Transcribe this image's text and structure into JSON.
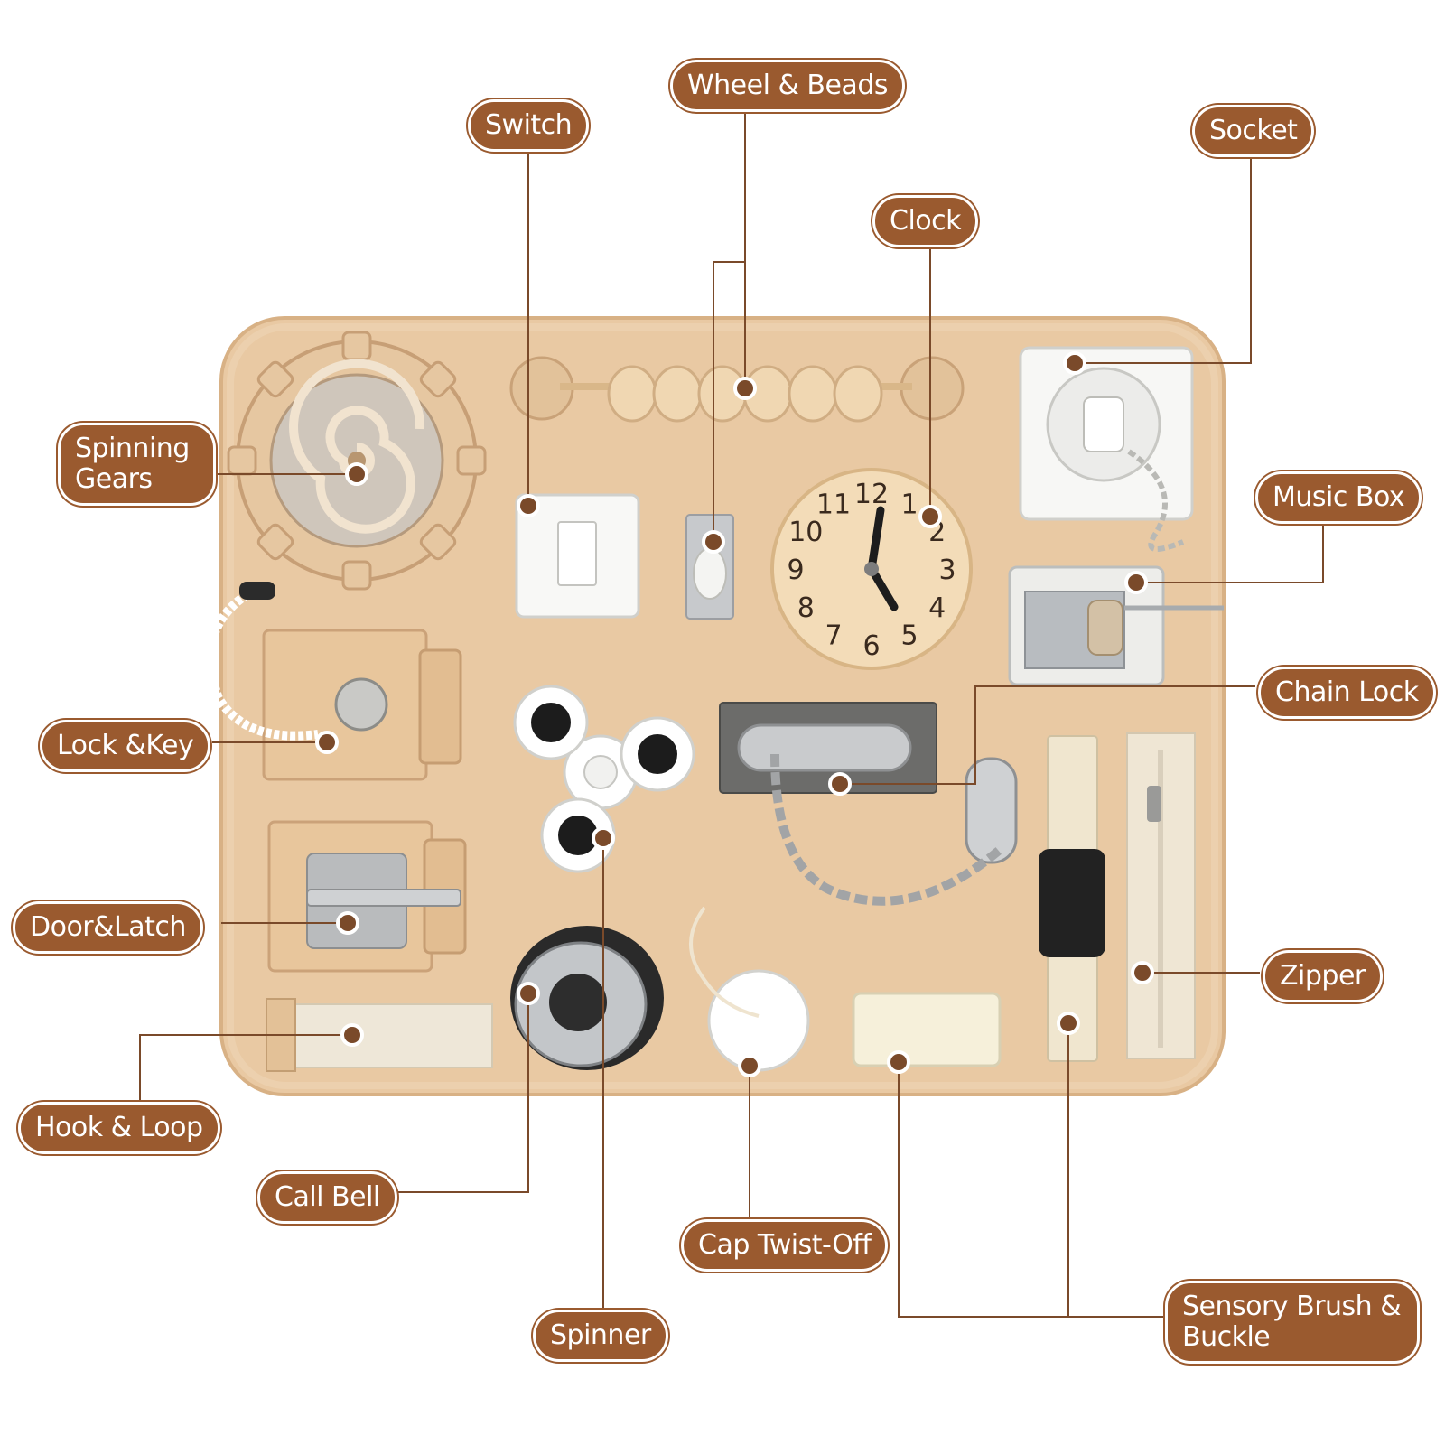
{
  "colors": {
    "label_bg": "#9a5a2f",
    "label_text": "#ffffff",
    "leader": "#7a4a2a",
    "board": "#e9c9a3",
    "board_edge": "#d8b185"
  },
  "board_name": "wooden-busy-board",
  "labels": {
    "switch": "Switch",
    "wheel_beads": "Wheel & Beads",
    "clock": "Clock",
    "socket": "Socket",
    "spinning_gears_line1": "Spinning",
    "spinning_gears_line2": "Gears",
    "music_box": "Music Box",
    "chain_lock": "Chain Lock",
    "lock_key": "Lock &Key",
    "door_latch": "Door&Latch",
    "zipper": "Zipper",
    "hook_loop": "Hook & Loop",
    "call_bell": "Call Bell",
    "cap_twist_off": "Cap Twist-Off",
    "spinner": "Spinner",
    "sensory_line1": "Sensory Brush &",
    "sensory_line2": "Buckle"
  },
  "clock_numbers": [
    "12",
    "1",
    "2",
    "3",
    "4",
    "5",
    "6",
    "7",
    "8",
    "9",
    "10",
    "11"
  ]
}
